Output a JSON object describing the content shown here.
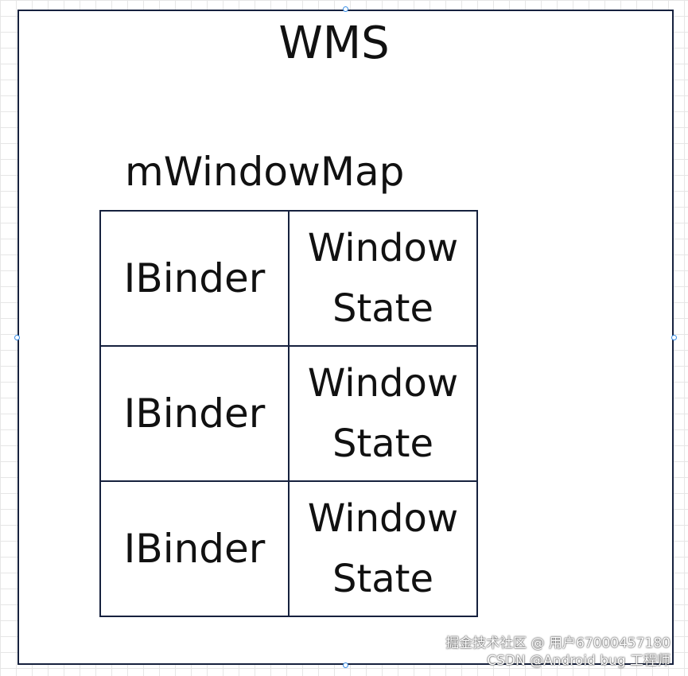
{
  "diagram": {
    "title": "WMS",
    "map_label": "mWindowMap",
    "rows": [
      {
        "key": "IBinder",
        "value_line1": "Window",
        "value_line2": "State"
      },
      {
        "key": "IBinder",
        "value_line1": "Window",
        "value_line2": "State"
      },
      {
        "key": "IBinder",
        "value_line1": "Window",
        "value_line2": "State"
      }
    ]
  },
  "watermark": {
    "line1": "掘金技术社区 @ 用户67000457180",
    "line2": "CSDN @Android bug 工程师"
  },
  "colors": {
    "border": "#16213e",
    "handle": "#3a8ee6",
    "grid": "#e6e6e6"
  }
}
